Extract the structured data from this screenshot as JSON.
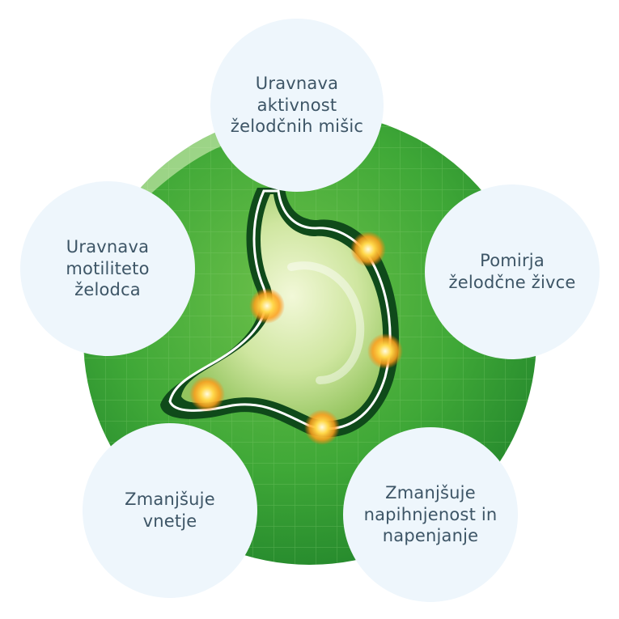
{
  "colors": {
    "background": "#ffffff",
    "disc_green": "#3fa837",
    "disc_green_dark": "#1f7a2a",
    "stomach_light": "#cfe6a0",
    "stomach_outline": "#0f4a1a",
    "hotspot": "#ffb020",
    "bubble_fill": "#eef6fc",
    "bubble_text": "#3d5566"
  },
  "benefits": {
    "top": "Uravnava aktivnost želodčnih mišic",
    "left": "Uravnava motiliteto želodca",
    "right": "Pomirja želodčne živce",
    "bottom_left": "Zmanjšuje vnetje",
    "bottom_right": "Zmanjšuje napihnjenost in napenjanje"
  },
  "icons": [
    "stomach-icon",
    "hotspot-icon"
  ]
}
